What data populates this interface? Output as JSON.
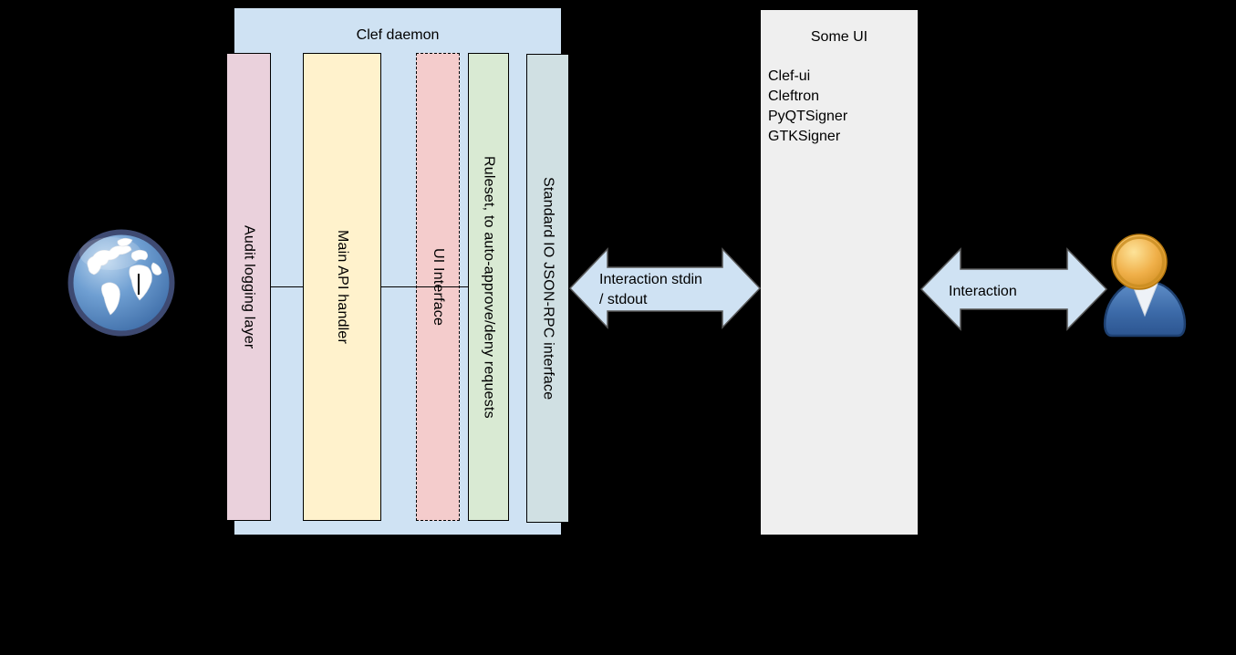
{
  "background": "#000000",
  "clef_daemon": {
    "title": "Clef daemon",
    "box_fill": "#cfe2f3",
    "layers": [
      {
        "label": "Audit logging layer",
        "fill": "#ead1dc",
        "border_style": "solid"
      },
      {
        "label": "Main API handler",
        "fill": "#fff2cc",
        "border_style": "solid"
      },
      {
        "label": "UI Interface",
        "fill": "#f4cccc",
        "border_style": "dashed"
      },
      {
        "label": "Ruleset, to auto-approve/deny requests",
        "fill": "#d9ead3",
        "border_style": "solid"
      },
      {
        "label": "Standard IO JSON-RPC interface",
        "fill": "#d0e0e3",
        "border_style": "solid"
      }
    ]
  },
  "some_ui": {
    "title": "Some UI",
    "box_fill": "#efefef",
    "items": [
      "Clef-ui",
      "Cleftron",
      "PyQTSigner",
      "GTKSigner"
    ]
  },
  "arrows": [
    {
      "lines": [
        "Interaction stdin",
        "/ stdout"
      ],
      "fill": "#cfe2f3",
      "stroke": "#595959"
    },
    {
      "lines": [
        "Interaction"
      ],
      "fill": "#cfe2f3",
      "stroke": "#595959"
    }
  ],
  "icons": {
    "left": "globe-icon",
    "right": "user-icon"
  }
}
